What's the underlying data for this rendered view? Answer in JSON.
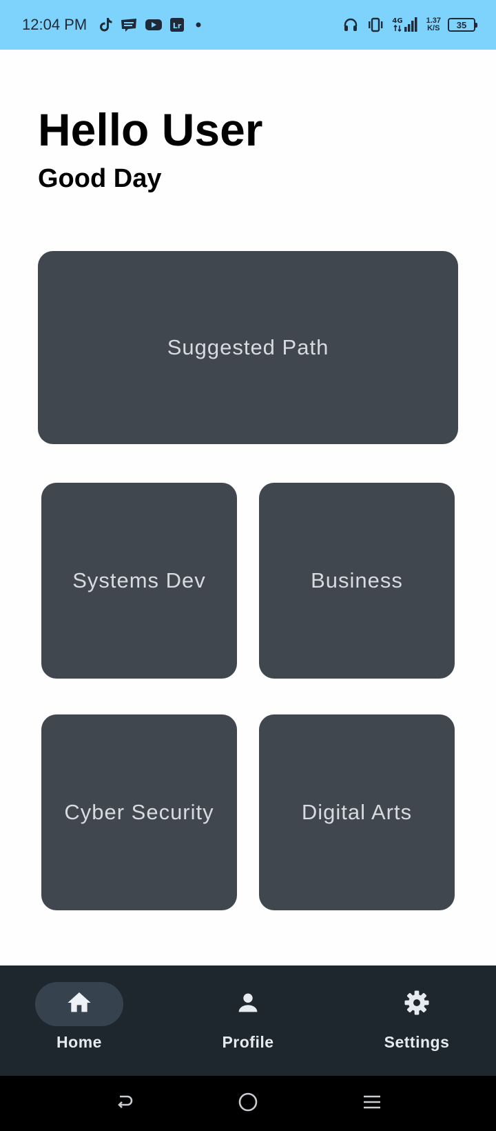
{
  "status_bar": {
    "time": "12:04 PM",
    "left_icons": [
      "tiktok-icon",
      "webtoon-icon",
      "youtube-icon",
      "lightroom-icon",
      "dot-icon"
    ],
    "right_icons": [
      "headset-icon",
      "vibrate-icon",
      "signal-icon",
      "battery-icon"
    ],
    "network_type": "4G",
    "net_speed_value": "1.37",
    "net_speed_unit": "K/S",
    "battery_level": "35",
    "background_color": "#7dd3fc"
  },
  "greeting": {
    "title": "Hello User",
    "subtitle": "Good Day"
  },
  "cards": {
    "suggested": "Suggested Path",
    "systems_dev": "Systems Dev",
    "business": "Business",
    "cyber_security": "Cyber Security",
    "digital_arts": "Digital Arts",
    "color": "#40474f"
  },
  "bottom_nav": {
    "items": [
      {
        "label": "Home",
        "icon": "home-icon",
        "active": true
      },
      {
        "label": "Profile",
        "icon": "person-icon",
        "active": false
      },
      {
        "label": "Settings",
        "icon": "gear-icon",
        "active": false
      }
    ],
    "background_color": "#1f272e"
  },
  "system_nav": {
    "buttons": [
      "back-icon",
      "home-circle-icon",
      "menu-icon"
    ]
  }
}
